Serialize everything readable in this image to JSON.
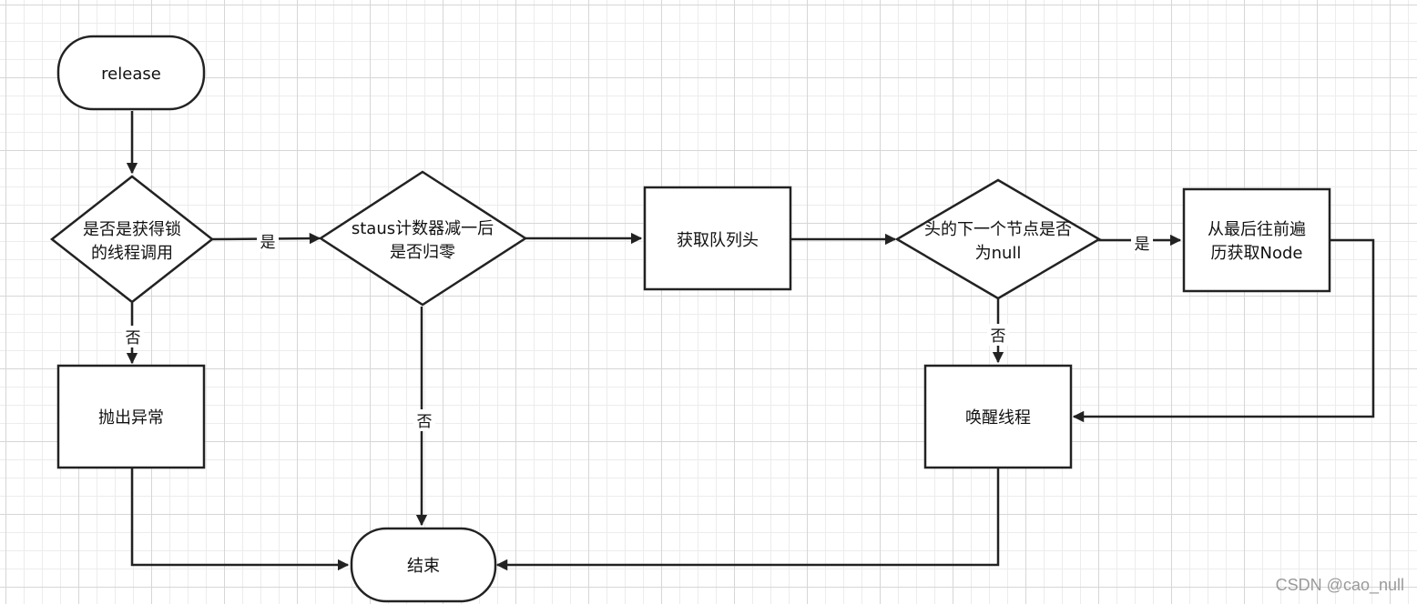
{
  "diagram": {
    "nodes": {
      "release": "release",
      "is_lock_holder": [
        "是否是获得锁",
        "的线程调用"
      ],
      "status_decrement": [
        "staus计数器减一后",
        "是否归零"
      ],
      "get_queue_head": "获取队列头",
      "next_node_null": [
        "头的下一个节点是否",
        "为null"
      ],
      "traverse_from_tail": [
        "从最后往前遍",
        "历获取Node"
      ],
      "throw_exception": "抛出异常",
      "wake_thread": "唤醒线程",
      "end": "结束"
    },
    "edge_labels": {
      "lock_yes": "是",
      "lock_no": "否",
      "status_no": "否",
      "null_yes": "是",
      "null_no": "否"
    }
  },
  "watermark": "CSDN @cao_null"
}
